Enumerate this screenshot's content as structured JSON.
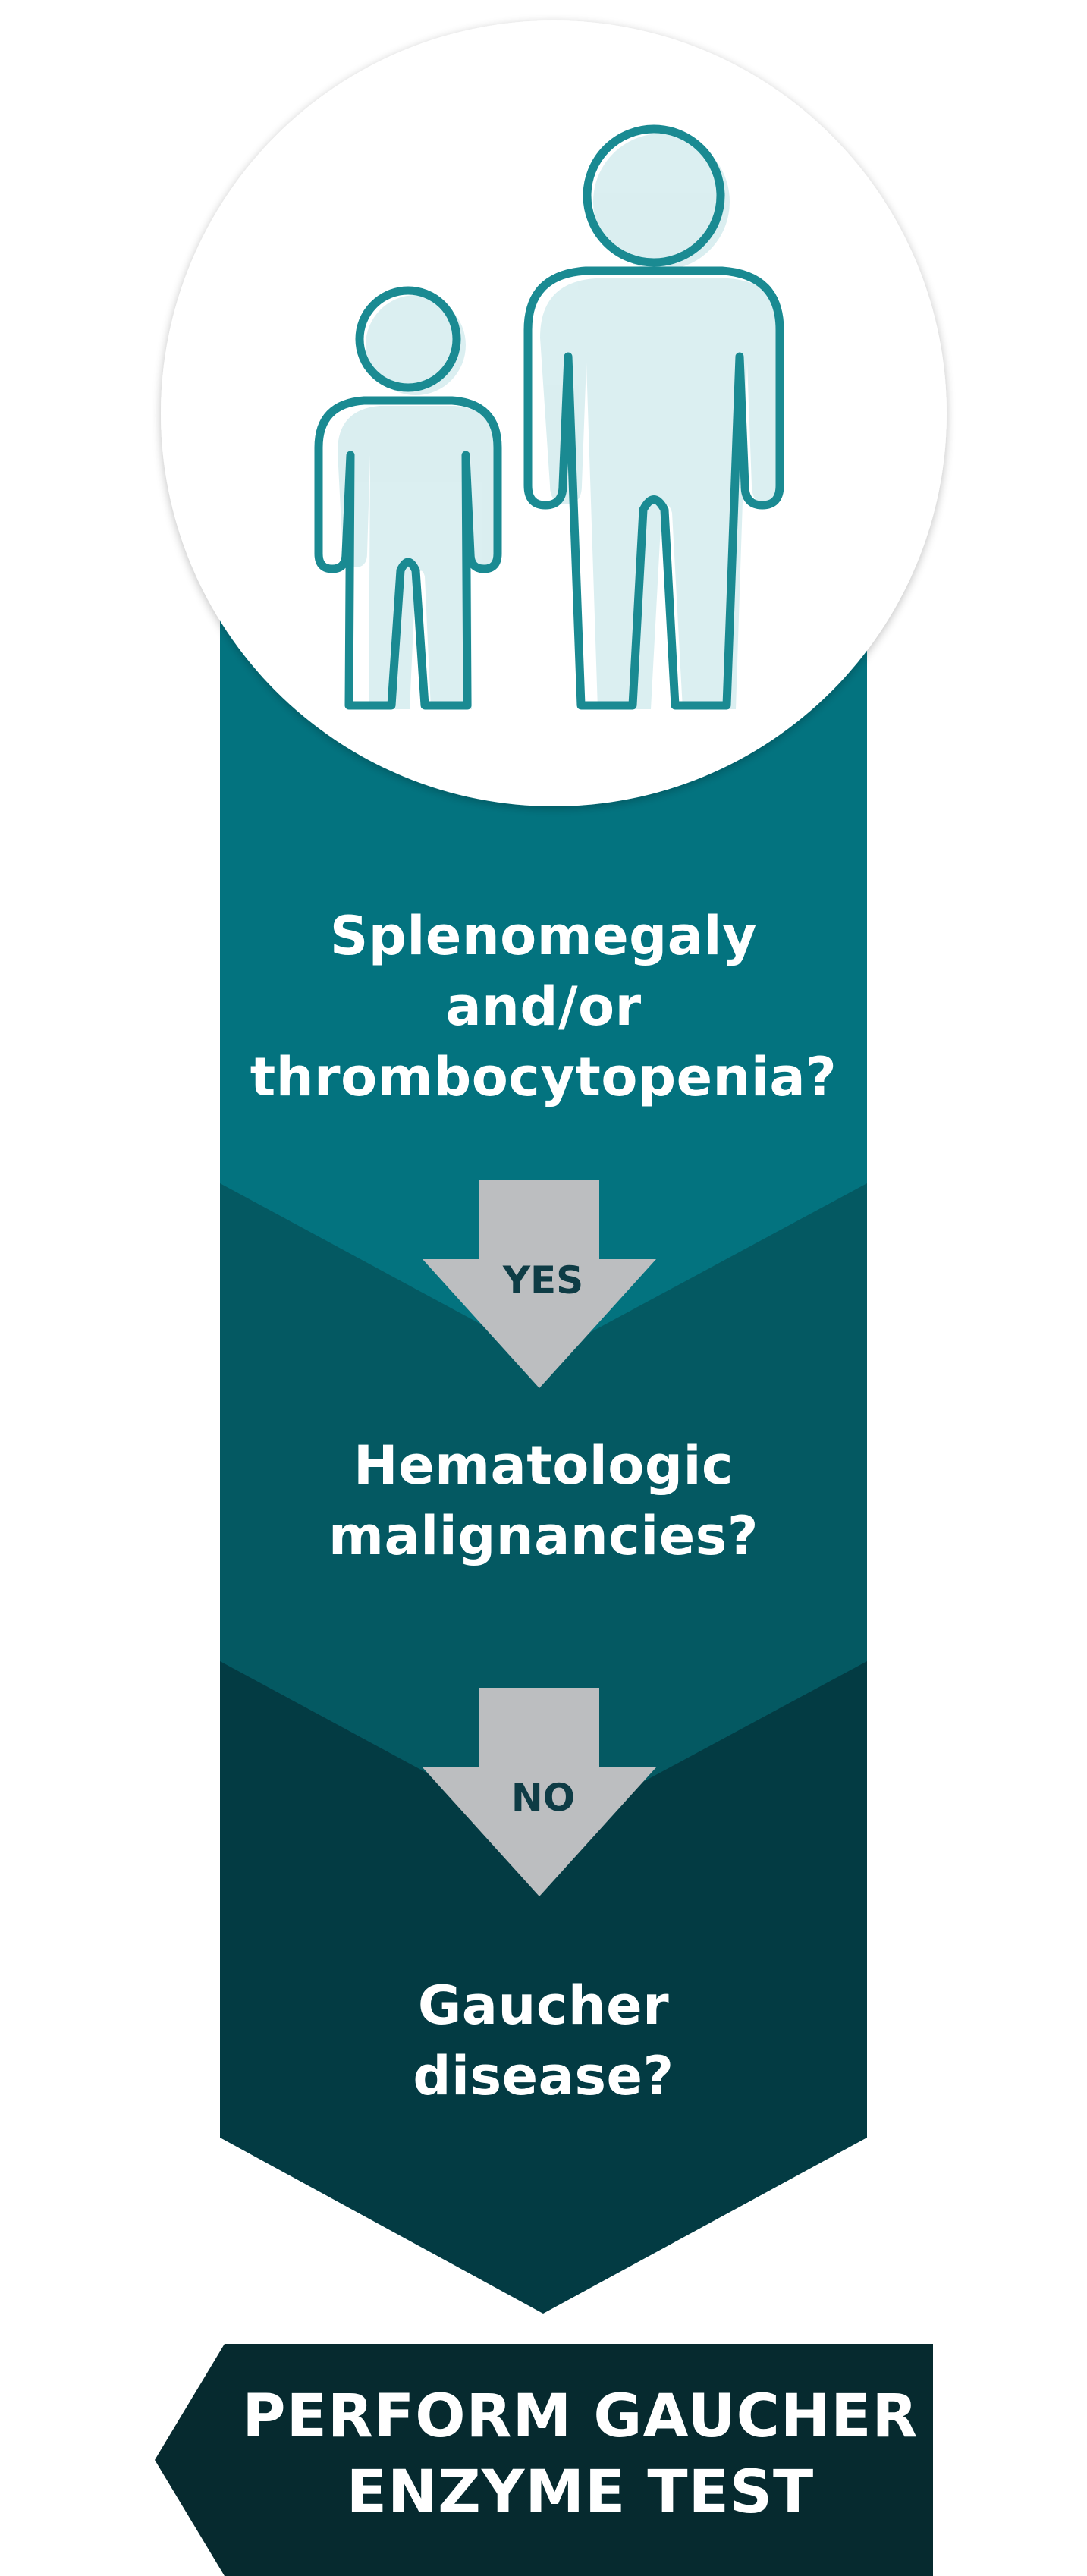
{
  "colors": {
    "band_1": "#03737f",
    "band_2": "#045962",
    "band_3": "#033b43",
    "action_bg": "#062a2f",
    "arrow": "#bcbec0",
    "icon_stroke": "#1a8a92",
    "icon_fill": "#d9eef0",
    "circle_bg": "#ffffff"
  },
  "icons": {
    "header": "child-and-adult-people-icon",
    "connector": "down-arrow"
  },
  "steps": [
    {
      "lines": [
        "Splenomegaly",
        "and/or",
        "thrombocytopenia?"
      ]
    },
    {
      "lines": [
        "Hematologic",
        "malignancies?"
      ]
    },
    {
      "lines": [
        "Gaucher",
        "disease?"
      ]
    }
  ],
  "connectors": [
    {
      "label": "YES"
    },
    {
      "label": "NO"
    }
  ],
  "action": {
    "lines": [
      "PERFORM GAUCHER",
      "ENZYME TEST"
    ]
  }
}
